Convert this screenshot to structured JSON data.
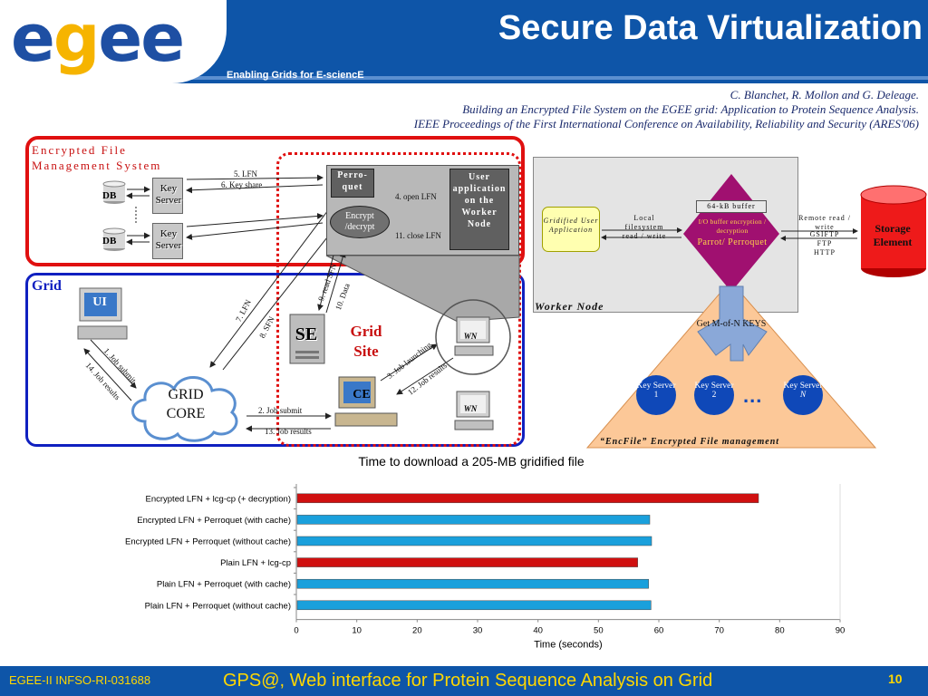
{
  "header": {
    "logo_parts": [
      "e",
      "g",
      "ee"
    ],
    "tagline": "Enabling Grids for E-sciencE",
    "title": "Secure Data Virtualization"
  },
  "citation": {
    "line1": "C. Blanchet, R. Mollon and G. Deleage.",
    "line2": "Building an Encrypted File System on the EGEE grid: Application to Protein Sequence Analysis.",
    "line3": "IEEE Proceedings of the First International Conference on Availability, Reliability and Security (ARES'06)"
  },
  "left_diagram": {
    "efms_label_1": "Encrypted File",
    "efms_label_2": "Management System",
    "grid_label": "Grid",
    "grid_site_label_1": "Grid",
    "grid_site_label_2": "Site",
    "parroquet": "Perro-quet",
    "encrypt": "Encrypt /decrypt",
    "user_app": "User application on the Worker Node",
    "db_label": "DB",
    "key_server_label": "Key Server",
    "ui_tag": "UI",
    "se_tag": "SE",
    "ce_tag": "CE",
    "wn_tag": "WN",
    "grid_core": "GRID CORE",
    "arrows": {
      "lfn": "5. LFN",
      "key_share": "6. Key share",
      "open_lfn": "4. open LFN",
      "close_lfn": "11. close LFN",
      "lfn7": "7. LFN",
      "sfn8": "8. SFN",
      "read_sfn": "9. read SFN",
      "data": "10. Data",
      "job_submit1": "1. Job submit",
      "job_results14": "14. Job results",
      "job_launching": "3. Job launching",
      "job_results12": "12. Job results",
      "job_submit2": "2. Job submit",
      "job_results13": "13. Job results"
    }
  },
  "right_diagram": {
    "worker_node": "Worker Node",
    "gridified_app": "Gridified User Application",
    "local_fs": "Local filesystem read / write",
    "buffer": "64-kB buffer",
    "io_buffer": "I/O buffer encryption / decryption",
    "parroquet": "Parrot/ Perroquet",
    "remote": "Remote read / write",
    "protocols": "GSIFTP FTP HTTP",
    "storage": "Storage Element",
    "get_keys": "Get M-of-N KEYS",
    "key_server": "Key Server",
    "key_ids": [
      "1",
      "2",
      "N"
    ],
    "dots": "...",
    "encfile": "“EncFile” Encrypted File management"
  },
  "chart_data": {
    "type": "bar",
    "orientation": "horizontal",
    "title": "Time to download a 205-MB gridified file",
    "xlabel": "Time (seconds)",
    "ylabel": "",
    "xlim": [
      0,
      90
    ],
    "xticks": [
      0,
      10,
      20,
      30,
      40,
      50,
      60,
      70,
      80,
      90
    ],
    "categories": [
      "Encrypted LFN + lcg-cp (+ decryption)",
      "Encrypted LFN + Perroquet (with cache)",
      "Encrypted LFN + Perroquet (without cache)",
      "Plain LFN + lcg-cp",
      "Plain LFN + Perroquet (with cache)",
      "Plain LFN + Perroquet (without cache)"
    ],
    "values": [
      76.5,
      58.5,
      58.8,
      56.5,
      58.3,
      58.7
    ],
    "bar_colors": [
      "#d01010",
      "#1aa0dc",
      "#1aa0dc",
      "#d01010",
      "#1aa0dc",
      "#1aa0dc"
    ],
    "grid": false
  },
  "footer": {
    "left": "EGEE-II INFSO-RI-031688",
    "center": "GPS@, Web interface for Protein Sequence Analysis on Grid",
    "page": "10"
  }
}
